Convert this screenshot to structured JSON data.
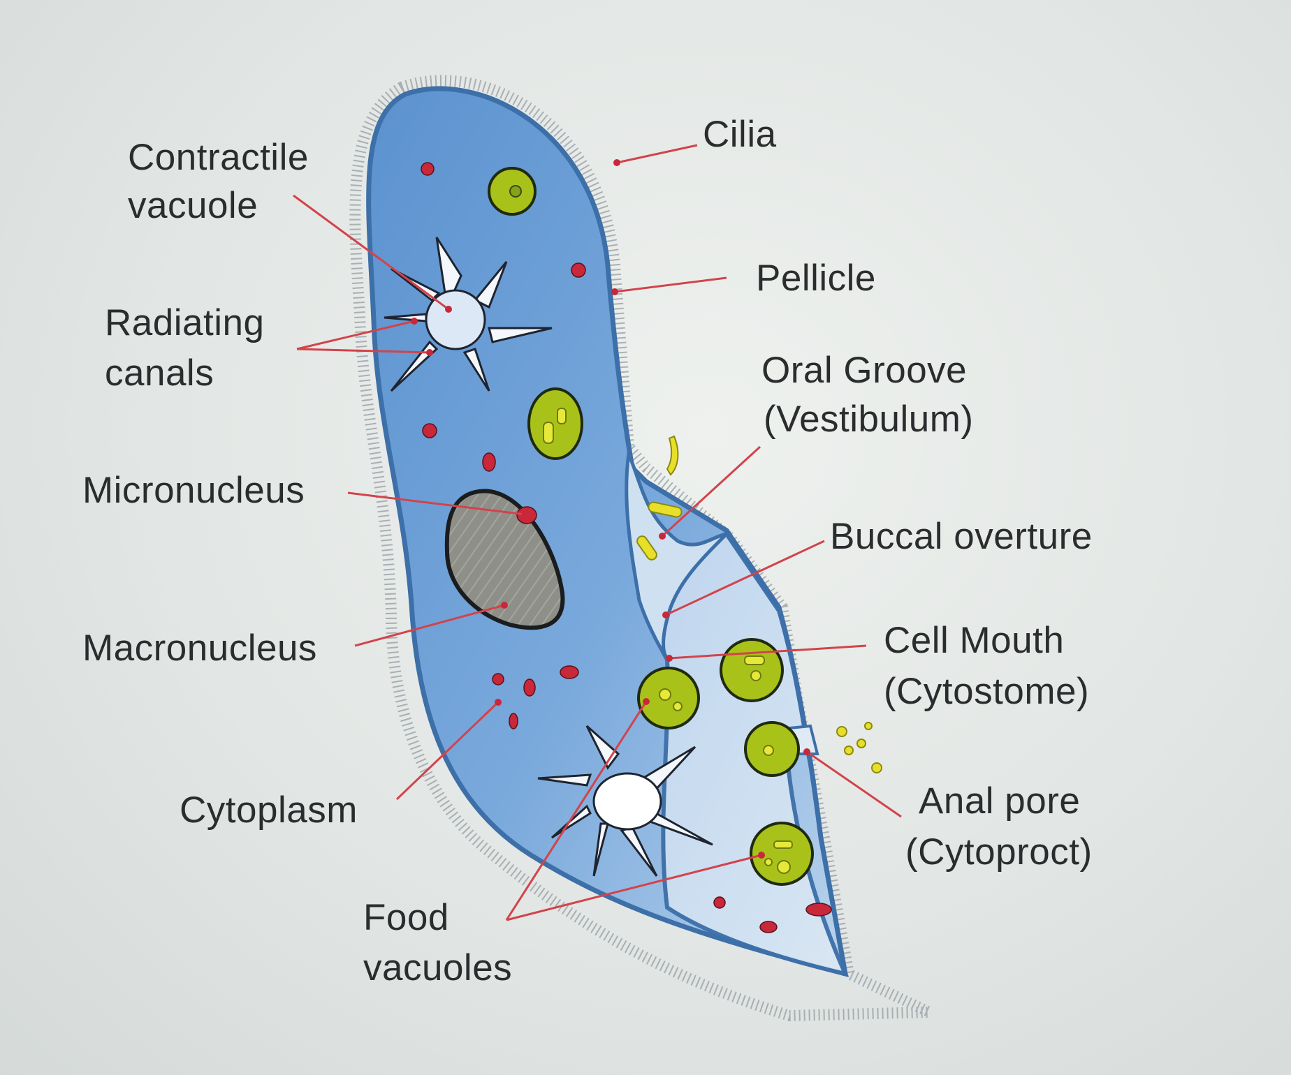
{
  "diagram": {
    "labels": {
      "cilia": "Cilia",
      "contractile_vacuole": [
        "Contractile",
        "vacuole"
      ],
      "pellicle": "Pellicle",
      "radiating_canals": [
        "Radiating",
        "canals"
      ],
      "oral_groove": [
        "Oral Groove",
        "(Vestibulum)"
      ],
      "micronucleus": "Micronucleus",
      "buccal_overture": "Buccal overture",
      "macronucleus": "Macronucleus",
      "cell_mouth": [
        "Cell Mouth",
        "(Cytostome)"
      ],
      "cytoplasm": "Cytoplasm",
      "anal_pore": [
        "Anal pore",
        "(Cytoproct)"
      ],
      "food_vacuoles": [
        "Food",
        "vacuoles"
      ]
    },
    "colors": {
      "cell_body": "#6a9fd6",
      "cell_outline": "#3d6fa8",
      "leader_line": "#d2434b",
      "food_vacuole": "#a9c21a",
      "macronucleus": "#8d8f88",
      "granule": "#c8283a"
    }
  }
}
